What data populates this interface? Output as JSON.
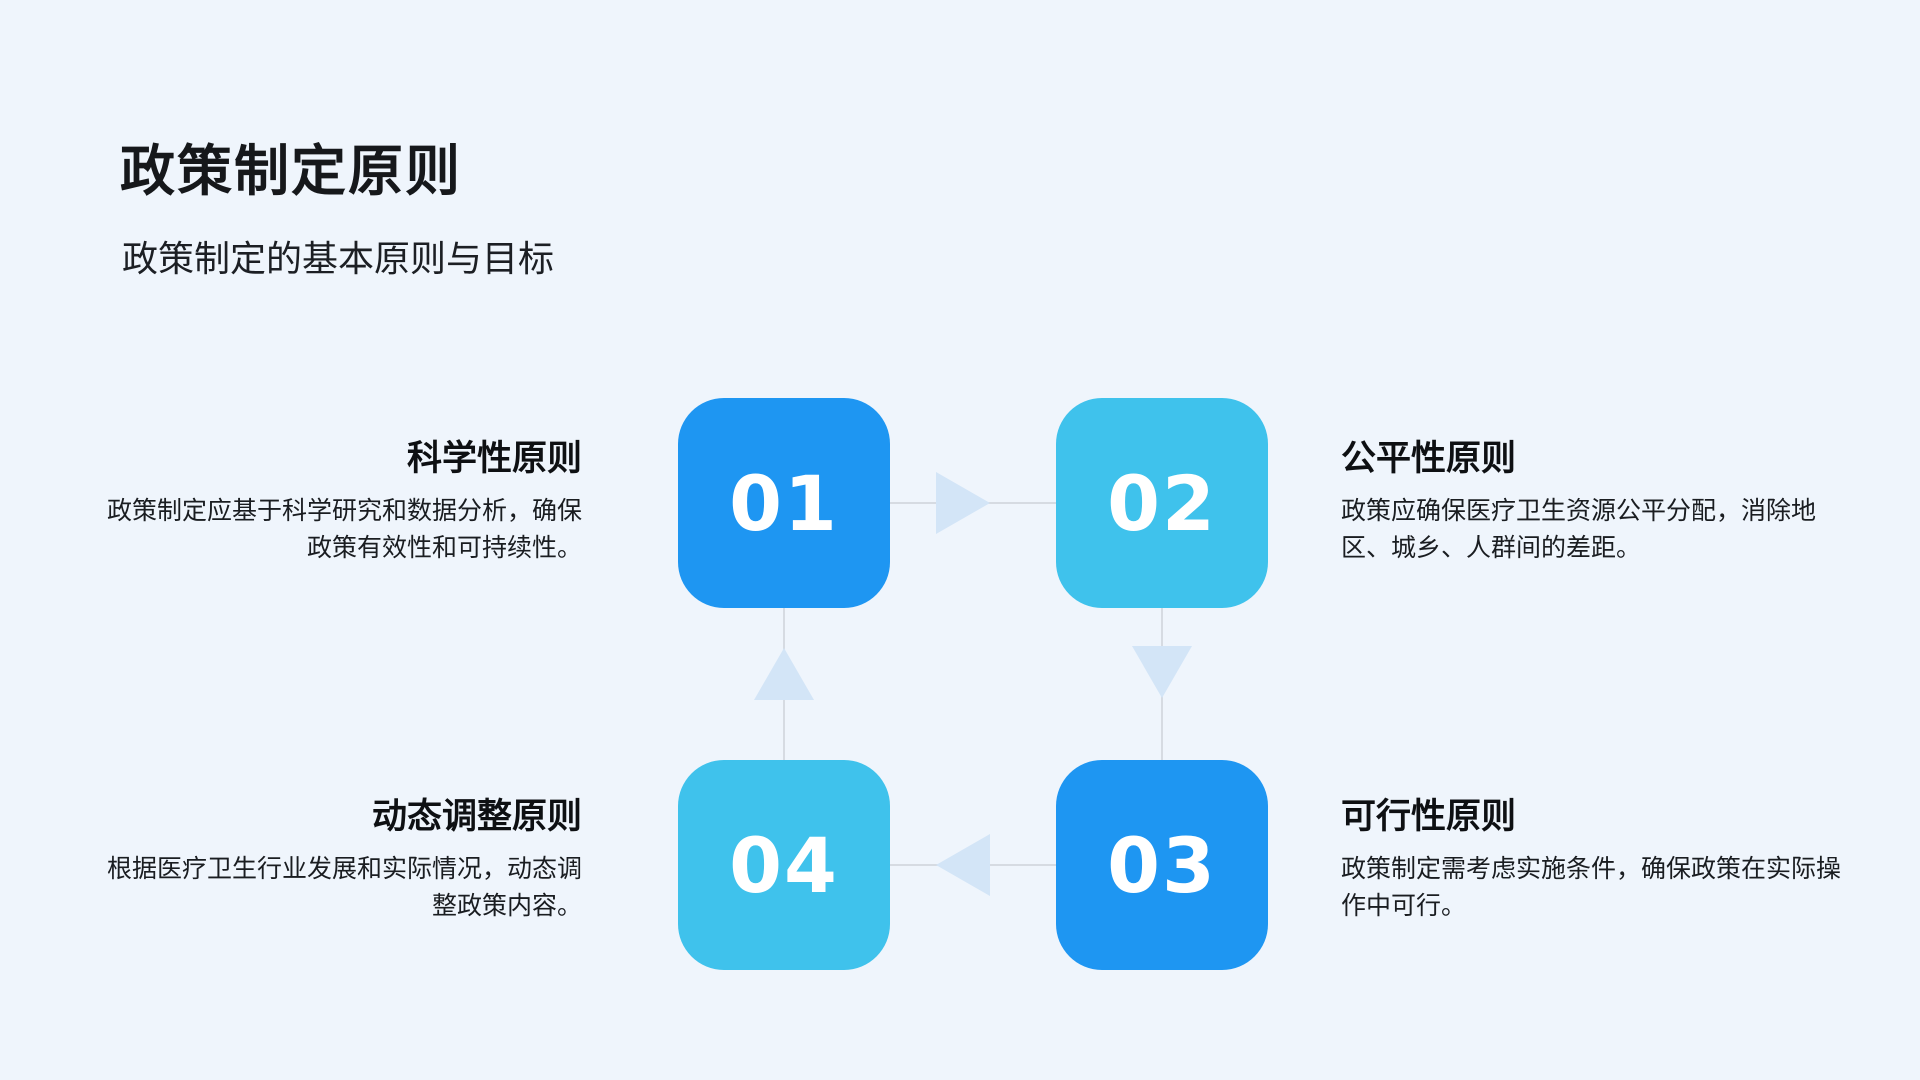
{
  "header": {
    "title": "政策制定原则",
    "subtitle": "政策制定的基本原则与目标"
  },
  "colors": {
    "background": "#EFF5FC",
    "box_primary": "#1E96F2",
    "box_secondary": "#3FC2EC",
    "arrow_fill": "#D3E5F7",
    "connector_line": "#D6DBE2",
    "title_text": "#16181B",
    "body_text": "#1A1D21"
  },
  "steps": [
    {
      "number": "01",
      "title": "科学性原则",
      "description": "政策制定应基于科学研究和数据分析，确保政策有效性和可持续性。"
    },
    {
      "number": "02",
      "title": "公平性原则",
      "description": "政策应确保医疗卫生资源公平分配，消除地区、城乡、人群间的差距。"
    },
    {
      "number": "03",
      "title": "可行性原则",
      "description": "政策制定需考虑实施条件，确保政策在实际操作中可行。"
    },
    {
      "number": "04",
      "title": "动态调整原则",
      "description": "根据医疗卫生行业发展和实际情况，动态调整政策内容。"
    }
  ]
}
